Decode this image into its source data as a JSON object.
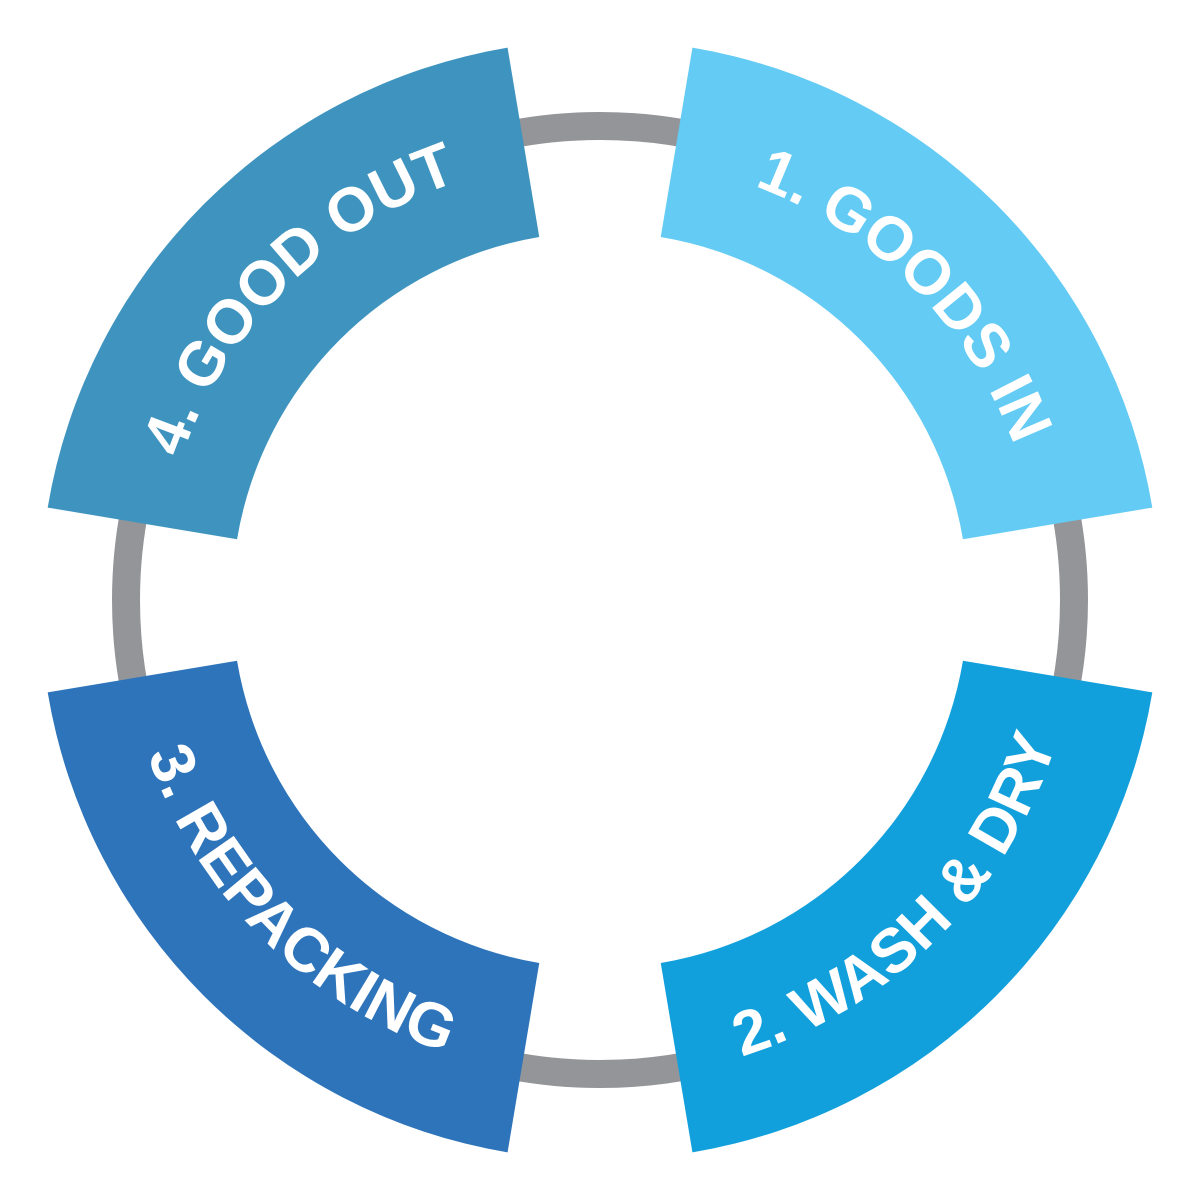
{
  "diagram": {
    "ring_color": "#939598",
    "segments": [
      {
        "label": "1. GOODS IN",
        "color": "#63CBF4"
      },
      {
        "label": "2. WASH & DRY",
        "color": "#12A0DC"
      },
      {
        "label": "3. REPACKING",
        "color": "#2E74BA"
      },
      {
        "label": "4. GOOD OUT",
        "color": "#3F94BF"
      }
    ]
  }
}
